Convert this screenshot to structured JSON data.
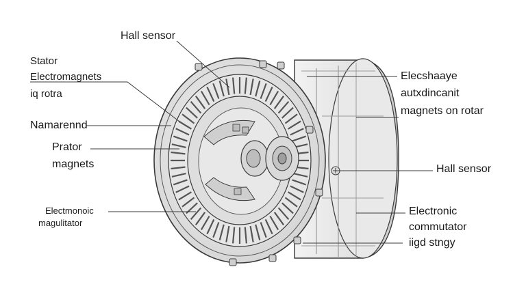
{
  "diagram": {
    "labels": {
      "hall_sensor_top": "Hall sensor",
      "stator": "Stator",
      "electromagnets": "Electromagnets",
      "iq_rotra": "iq rotra",
      "namarennd": "Namarennd",
      "prator": "Prator",
      "magnets": "magnets",
      "electmonoic": "Electmonoic",
      "magulitator": "magulitator",
      "elecshaaye": "Elecshaaye",
      "autxdincanit": "autxdincanit",
      "magnets_on_rotar": "magnets on rotar",
      "hall_sensor_right": "Hall sensor",
      "electronic": "Electronic",
      "commutator": "commutator",
      "iigd_stngy": "iigd stngy"
    },
    "colors": {
      "line": "#3a3a3a",
      "metal_light": "#eeeeee",
      "metal_mid": "#d9d9d9",
      "metal_dark": "#bdbdbd",
      "text": "#1a1a1a"
    }
  }
}
